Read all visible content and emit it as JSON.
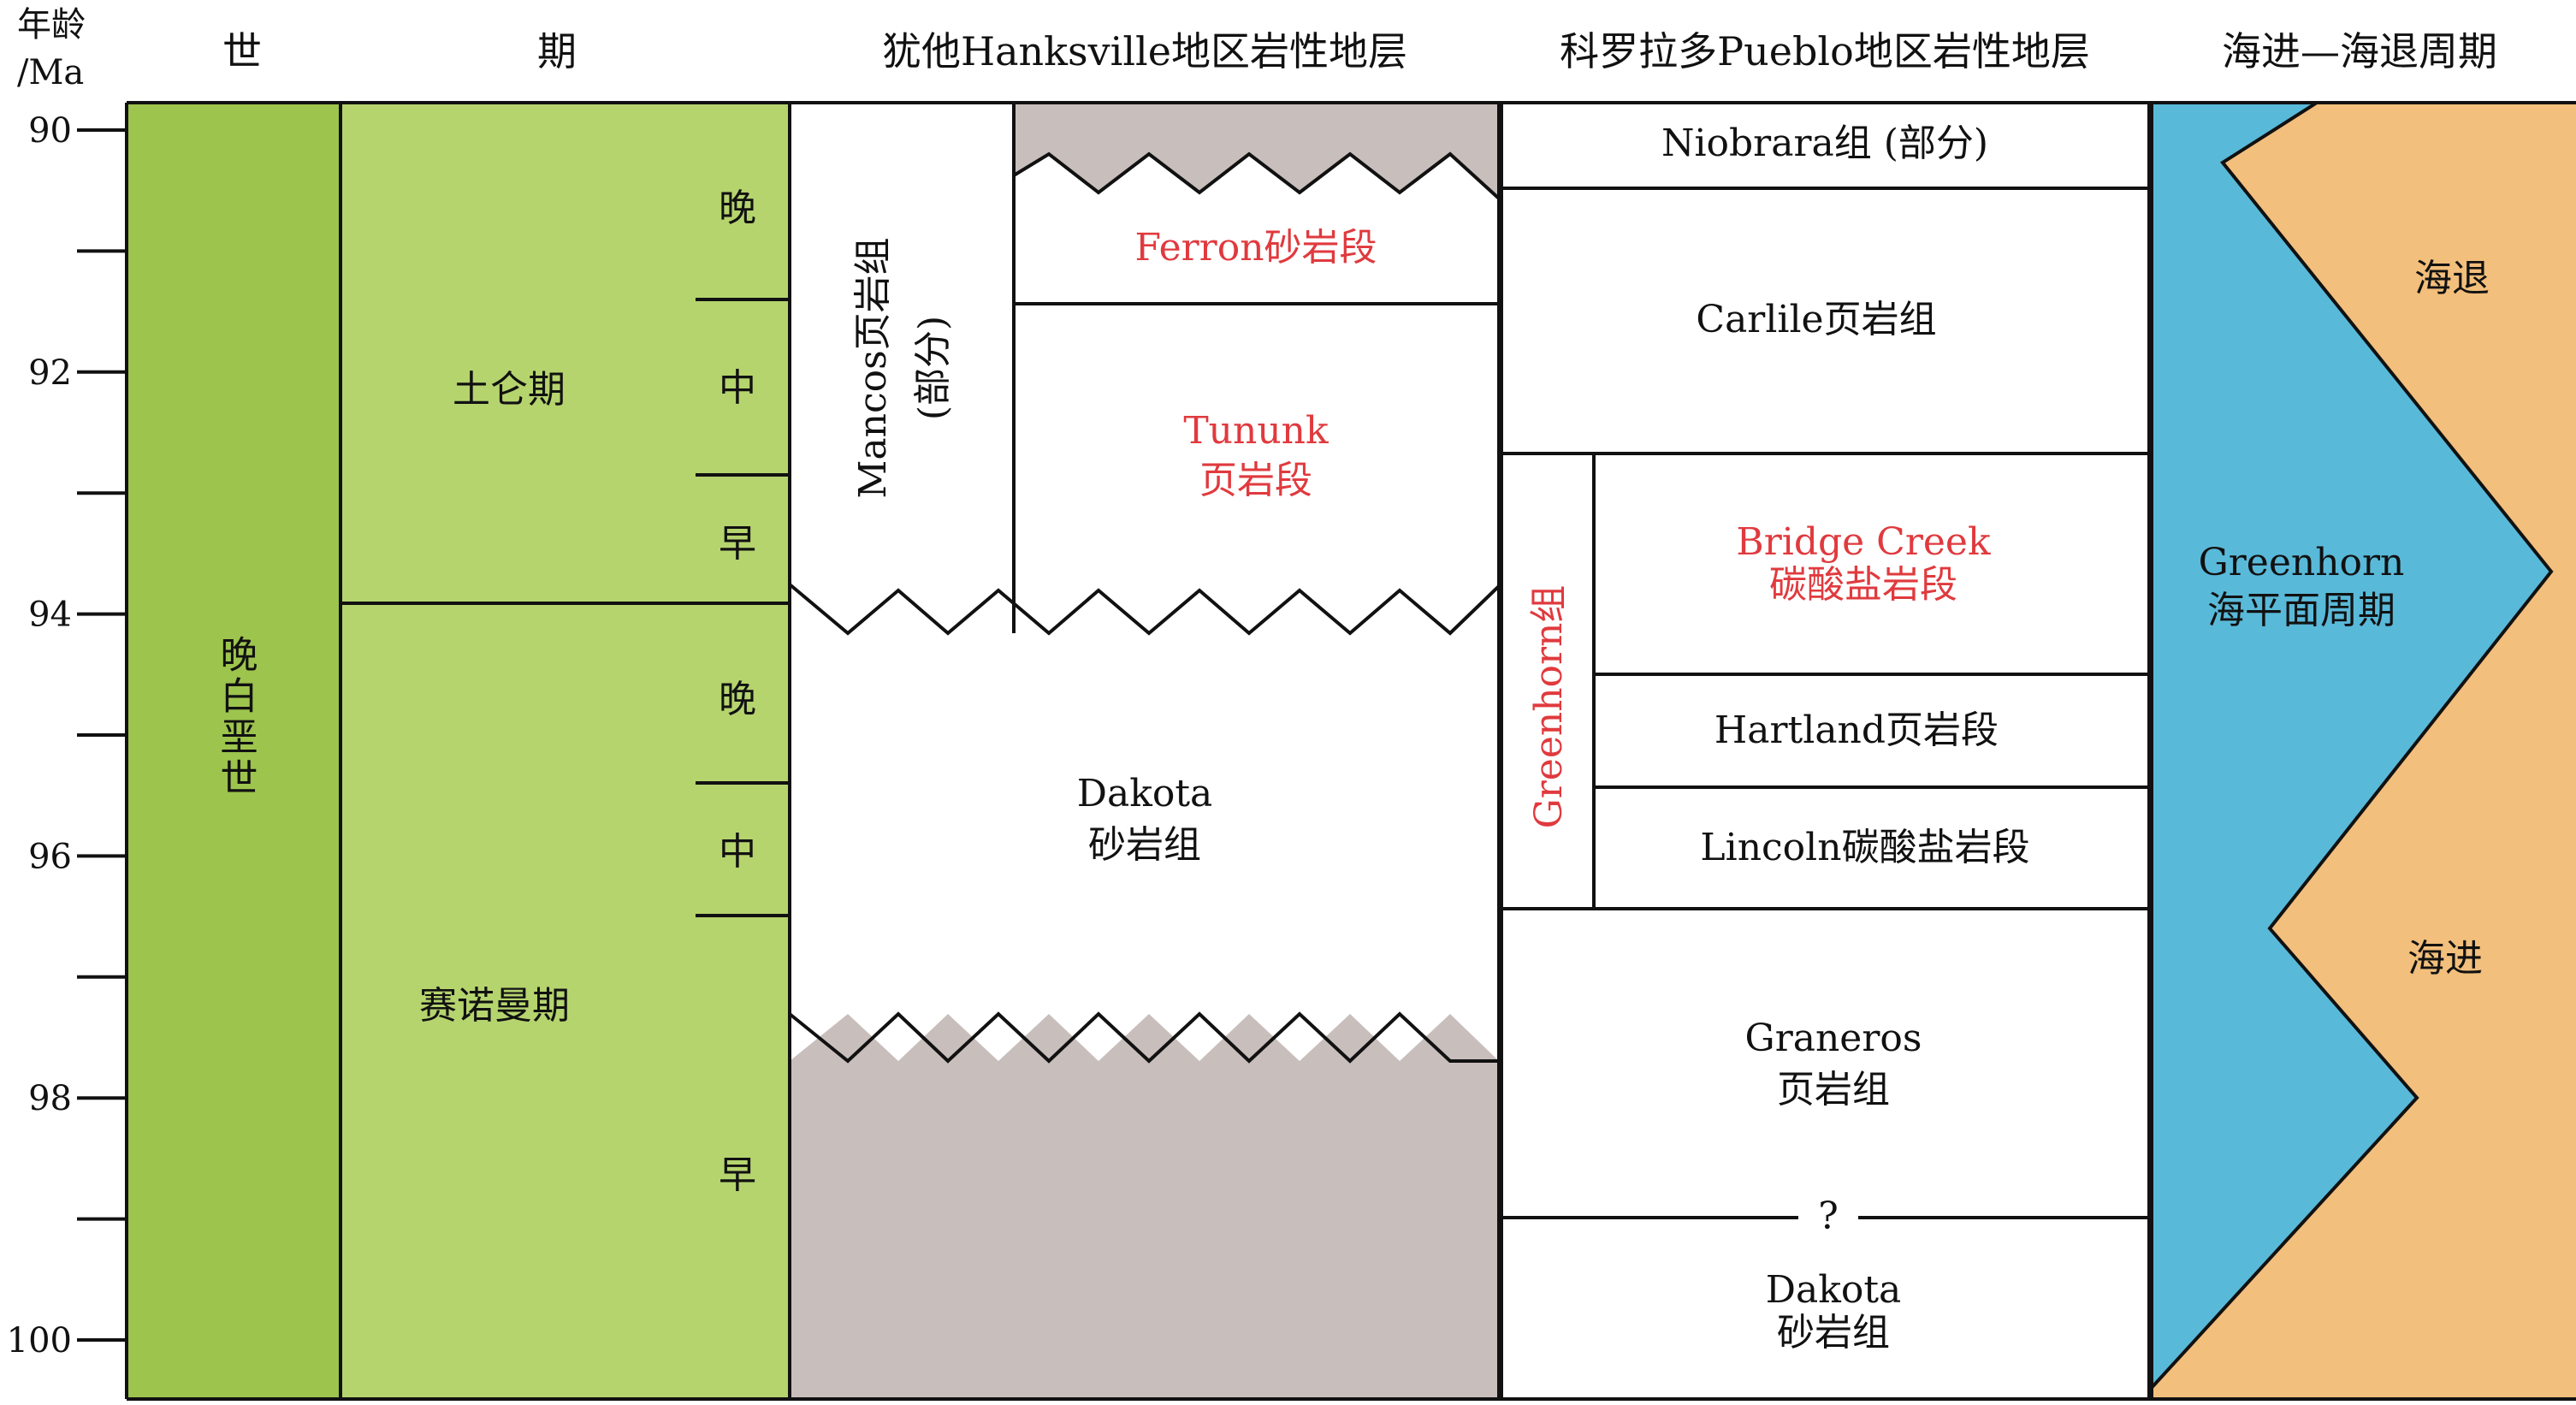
{
  "axis": {
    "title_line1": "年龄",
    "title_line2": "/Ma",
    "ticks": [
      {
        "value": 90,
        "label": "90"
      },
      {
        "value": 92,
        "label": "92"
      },
      {
        "value": 94,
        "label": "94"
      },
      {
        "value": 96,
        "label": "96"
      },
      {
        "value": 98,
        "label": "98"
      },
      {
        "value": 100,
        "label": "100"
      }
    ],
    "minor_ticks": [
      91,
      93,
      95,
      97,
      99
    ],
    "range": [
      90,
      100
    ]
  },
  "headers": {
    "epoch": "世",
    "stage": "期",
    "utah": "犹他Hanksville地区岩性地层",
    "colorado": "科罗拉多Pueblo地区岩性地层",
    "cycle": "海进—海退周期"
  },
  "epoch": {
    "label": "晚白垩世"
  },
  "stages": {
    "turonian": "土仑期",
    "cenomanian": "赛诺曼期",
    "subdivisions": {
      "t_late": "晚",
      "t_mid": "中",
      "t_early": "早",
      "c_late": "晚",
      "c_mid": "中",
      "c_early": "早"
    }
  },
  "utah": {
    "mancos": "Mancos页岩组",
    "mancos_part": "(部分)",
    "ferron": "Ferron砂岩段",
    "tununk_1": "Tununk",
    "tununk_2": "页岩段",
    "dakota_1": "Dakota",
    "dakota_2": "砂岩组"
  },
  "colorado": {
    "niobrara": "Niobrara组 (部分)",
    "carlile": "Carlile页岩组",
    "greenhorn": "Greenhorn组",
    "bridge_1": "Bridge Creek",
    "bridge_2": "碳酸盐岩段",
    "hartland": "Hartland页岩段",
    "lincoln": "Lincoln碳酸盐岩段",
    "graneros_1": "Graneros",
    "graneros_2": "页岩组",
    "question": "?",
    "dakota_1": "Dakota",
    "dakota_2": "砂岩组"
  },
  "cycle": {
    "regression": "海退",
    "transgression": "海进",
    "name_1": "Greenhorn",
    "name_2": "海平面周期"
  },
  "colors": {
    "epoch_fill": "#9dc44d",
    "stage_fill": "#b5d46e",
    "grey_fill": "#c8bfbd",
    "transgression_fill": "#59b9d9",
    "regression_fill": "#f2bf7c",
    "red_text": "#e03a3e"
  }
}
